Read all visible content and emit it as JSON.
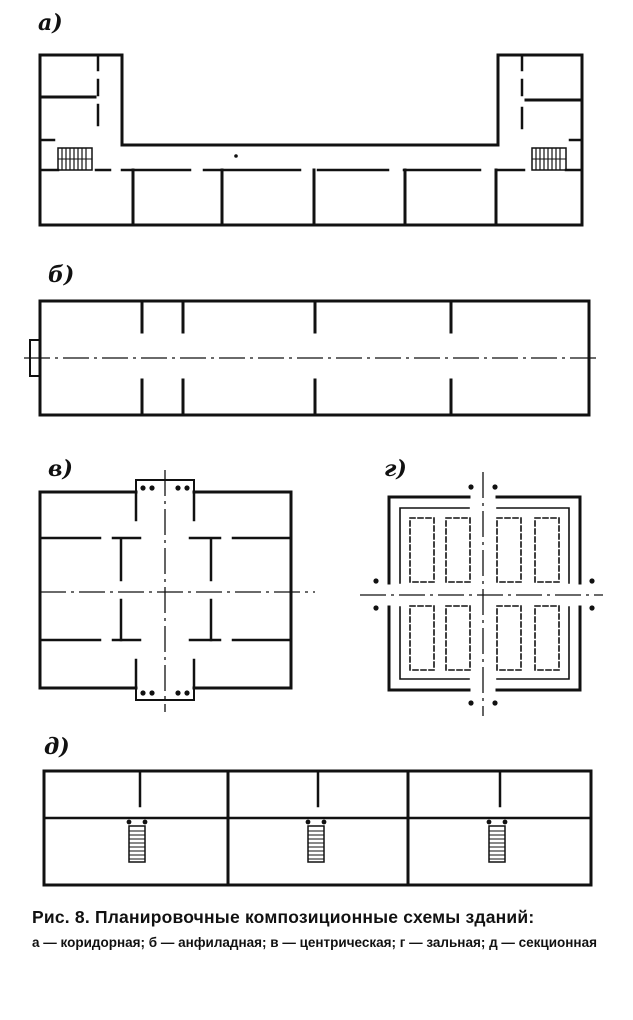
{
  "labels": {
    "a": "а)",
    "b": "б)",
    "v": "в)",
    "g": "г)",
    "d": "д)"
  },
  "caption": {
    "figure_number": "Рис. 8.",
    "title": "Планировочные композиционные схемы зданий:",
    "legend": "а — коридорная; б — анфиладная; в — центрическая; г — зальная; д — секционная"
  }
}
